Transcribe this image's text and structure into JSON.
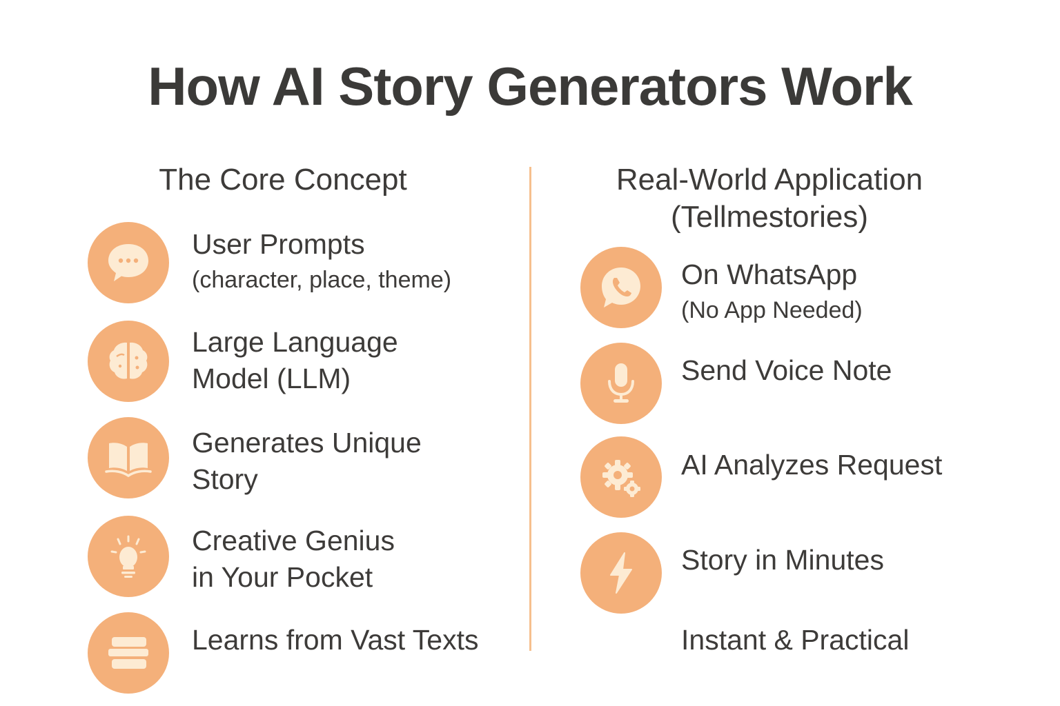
{
  "title": "How AI Story Generators Work",
  "colors": {
    "accent": "#f4b07a",
    "icon_glyph": "#fdebd3",
    "divider": "#f6c08e",
    "text": "#3d3b39"
  },
  "left_column": {
    "heading": "The Core Concept",
    "items": [
      {
        "icon": "chat-bubble-icon",
        "line1": "User Prompts",
        "line2": "(character, place, theme)"
      },
      {
        "icon": "brain-icon",
        "line1": "Large Language",
        "line2": "Model (LLM)"
      },
      {
        "icon": "open-book-icon",
        "line1": "Generates Unique",
        "line2": "Story"
      },
      {
        "icon": "lightbulb-icon",
        "line1": "Creative Genius",
        "line2": "in Your Pocket"
      },
      {
        "icon": "stacked-texts-icon",
        "line1": "Learns from Vast Texts"
      }
    ]
  },
  "right_column": {
    "heading_line1": "Real-World Application",
    "heading_line2": "(Tellmestories)",
    "items": [
      {
        "icon": "whatsapp-icon",
        "line1": "On WhatsApp",
        "line2": "(No App Needed)"
      },
      {
        "icon": "microphone-icon",
        "line1": "Send Voice Note"
      },
      {
        "icon": "gears-icon",
        "line1": "AI Analyzes Request"
      },
      {
        "icon": "lightning-bolt-icon",
        "line1": "Story in Minutes"
      },
      {
        "line1": "Instant & Practical"
      }
    ]
  }
}
